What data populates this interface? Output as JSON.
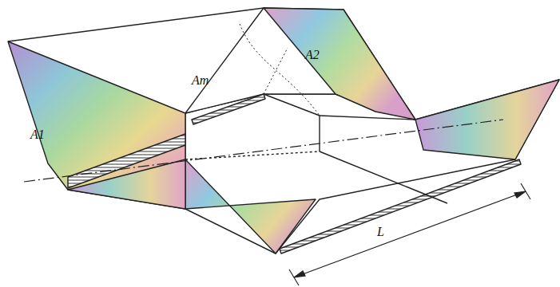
{
  "diagram": {
    "labels": [
      "A1",
      "Am",
      "A2",
      "L"
    ]
  }
}
